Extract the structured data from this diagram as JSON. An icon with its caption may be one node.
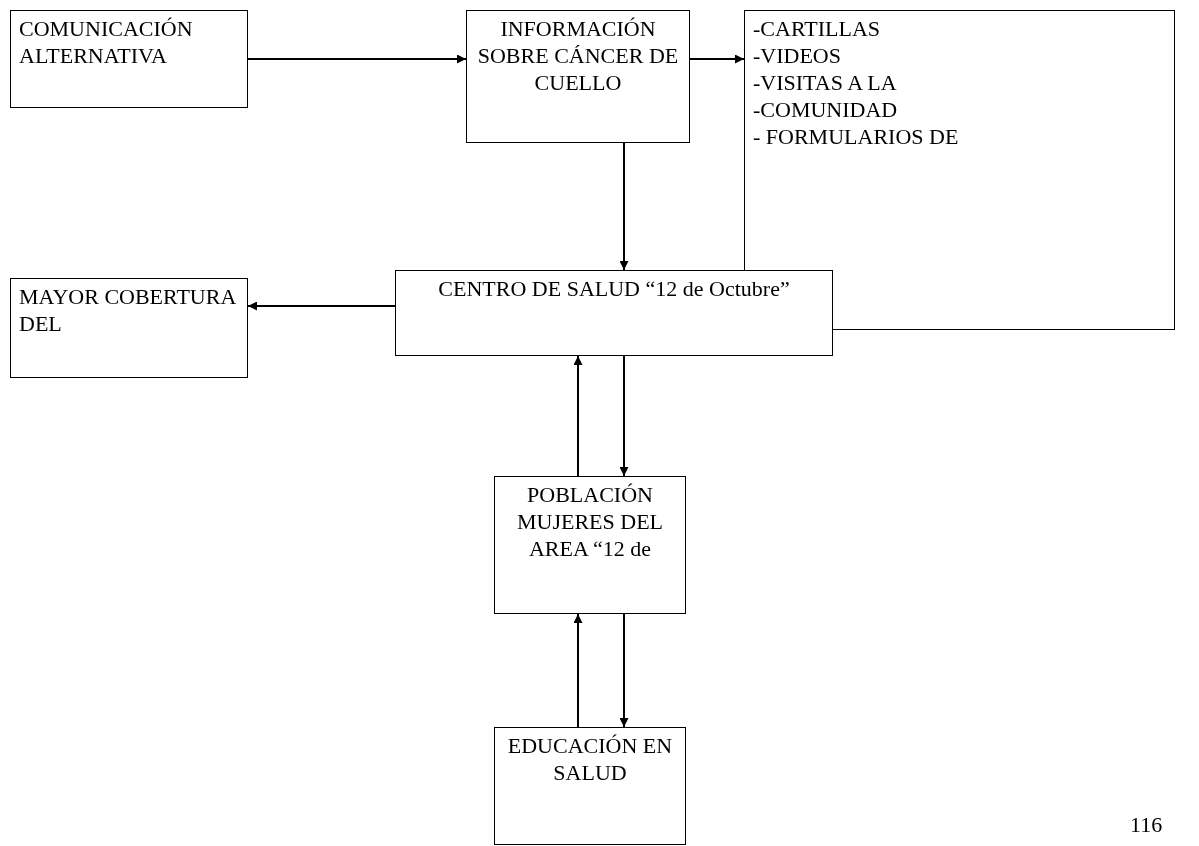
{
  "diagram": {
    "nodes": [
      {
        "text": [
          "COMUNICACIÓN ALTERNATIVA"
        ]
      },
      {
        "text": [
          "INFORMACIÓN SOBRE CÁNCER DE CUELLO"
        ]
      },
      {
        "text": [
          "-CARTILLAS",
          "-VIDEOS",
          "-VISITAS A LA",
          "-COMUNIDAD",
          "- FORMULARIOS DE"
        ]
      },
      {
        "text": [
          "MAYOR COBERTURA DEL"
        ]
      },
      {
        "text": [
          "CENTRO DE SALUD “12 de Octubre”"
        ]
      },
      {
        "text": [
          "POBLACIÓN MUJERES DEL AREA “12 de"
        ]
      },
      {
        "text": [
          "EDUCACIÓN EN SALUD"
        ]
      }
    ],
    "edges": [
      {
        "from": 0,
        "to": 1,
        "arrow": "to"
      },
      {
        "from": 1,
        "to": 2,
        "arrow": "to"
      },
      {
        "from": 1,
        "to": 4,
        "arrow": "to"
      },
      {
        "from": 4,
        "to": 3,
        "arrow": "to"
      },
      {
        "from": 5,
        "to": 4,
        "arrow": "to"
      },
      {
        "from": 4,
        "to": 5,
        "arrow": "to"
      },
      {
        "from": 6,
        "to": 5,
        "arrow": "to"
      },
      {
        "from": 5,
        "to": 6,
        "arrow": "to"
      }
    ],
    "labels": [
      "116"
    ]
  }
}
